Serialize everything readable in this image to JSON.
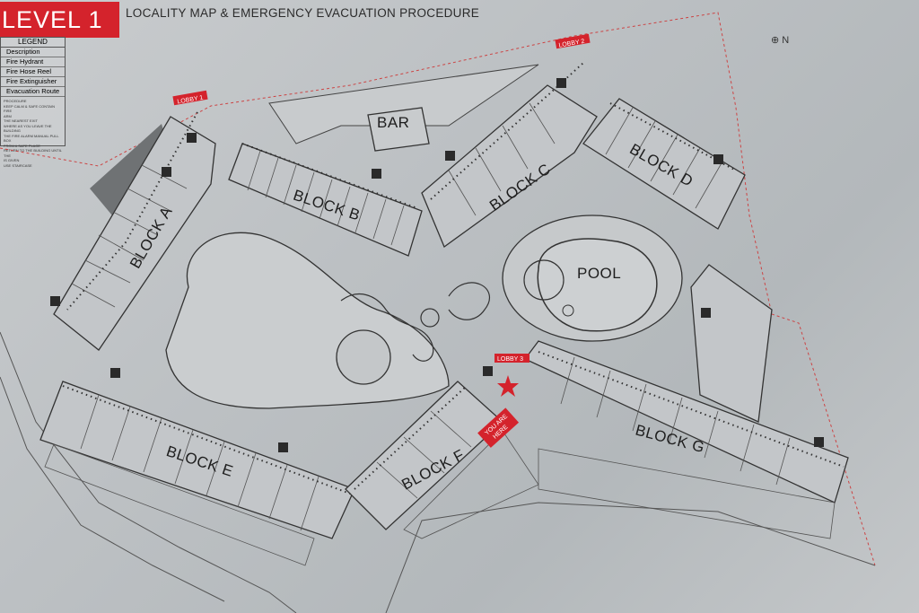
{
  "header": {
    "level_label": "LEVEL 1",
    "title": "LOCALITY MAP & EMERGENCY EVACUATION PROCEDURE",
    "north": "N"
  },
  "legend": {
    "title": "LEGEND",
    "rows": [
      "Description",
      "Fire Hydrant",
      "Fire Hose Reel",
      "Fire Extinguisher",
      "Evacuation Route"
    ],
    "notes": [
      "PROCEDURE",
      "KEEP CALM & SAFE CONTAIN FIRE",
      "ARM",
      "THE NEAREST EXIT",
      "WHERE AS YOU LEAVE THE BUILDING",
      "THE FIRE ALARM MANUAL PULL BOX",
      "FROM A SAFE PLACE",
      "RETURN TO THE BUILDING UNTIL THE",
      "IS GIVEN",
      "USE STAIRCASE"
    ]
  },
  "map": {
    "blocks": [
      "BLOCK A",
      "BLOCK B",
      "BLOCK C",
      "BLOCK D",
      "BLOCK E",
      "BLOCK F",
      "BLOCK G"
    ],
    "bar_label": "BAR",
    "pool_label": "POOL",
    "lobbies": [
      "LOBBY 1",
      "LOBBY 2",
      "LOBBY 3"
    ],
    "you_are_here": [
      "YOU ARE",
      "HERE"
    ]
  },
  "colors": {
    "accent_red": "#d4232c",
    "line_dark": "#333333",
    "plate": "#c2c5c8"
  }
}
